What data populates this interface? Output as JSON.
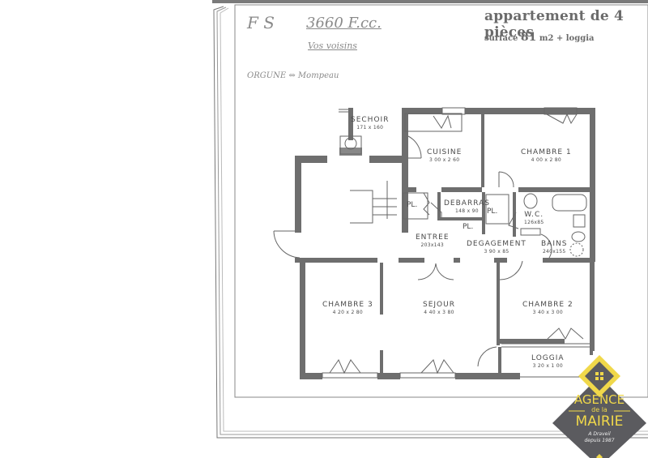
{
  "header": {
    "title": "appartement de 4 pièces",
    "surface_prefix": "surface",
    "surface_value": "81",
    "surface_suffix": "m2 + loggia"
  },
  "handwritten": {
    "line1_left": "F S",
    "line1_price": "3660 F.cc.",
    "line2": "Vos voisins",
    "line3": "ORGUNE ⇔ Mompeau"
  },
  "rooms": [
    {
      "id": "sechoir",
      "name": "SECHOIR",
      "dims": "171 x 160"
    },
    {
      "id": "cuisine",
      "name": "CUISINE",
      "dims": "3 00 x 2 60"
    },
    {
      "id": "chambre1",
      "name": "CHAMBRE 1",
      "dims": "4 00 x 2 80"
    },
    {
      "id": "debarras",
      "name": "DEBARRAS",
      "dims": "148 x 90"
    },
    {
      "id": "wc",
      "name": "W.C.",
      "dims": "126x85"
    },
    {
      "id": "entree",
      "name": "ENTREE",
      "dims": "203x143"
    },
    {
      "id": "degagement",
      "name": "DEGAGEMENT",
      "dims": "3 90 x 85"
    },
    {
      "id": "bains",
      "name": "BAINS",
      "dims": "240x155"
    },
    {
      "id": "chambre3",
      "name": "CHAMBRE 3",
      "dims": "4 20 x 2 80"
    },
    {
      "id": "sejour",
      "name": "SEJOUR",
      "dims": "4 40 x 3 80"
    },
    {
      "id": "chambre2",
      "name": "CHAMBRE 2",
      "dims": "3 40 x 3 00"
    },
    {
      "id": "loggia",
      "name": "LOGGIA",
      "dims": "3 20 x 1 00"
    }
  ],
  "closets": [
    "PL.",
    "PL.",
    "PL."
  ],
  "logo": {
    "line1": "AGENCE",
    "line2": "de la",
    "line3": "MAIRIE",
    "tagline1": "A Draveil",
    "tagline2": "depuis 1987",
    "color_yellow": "#f0d84a",
    "color_gray": "#5b5b5f"
  }
}
